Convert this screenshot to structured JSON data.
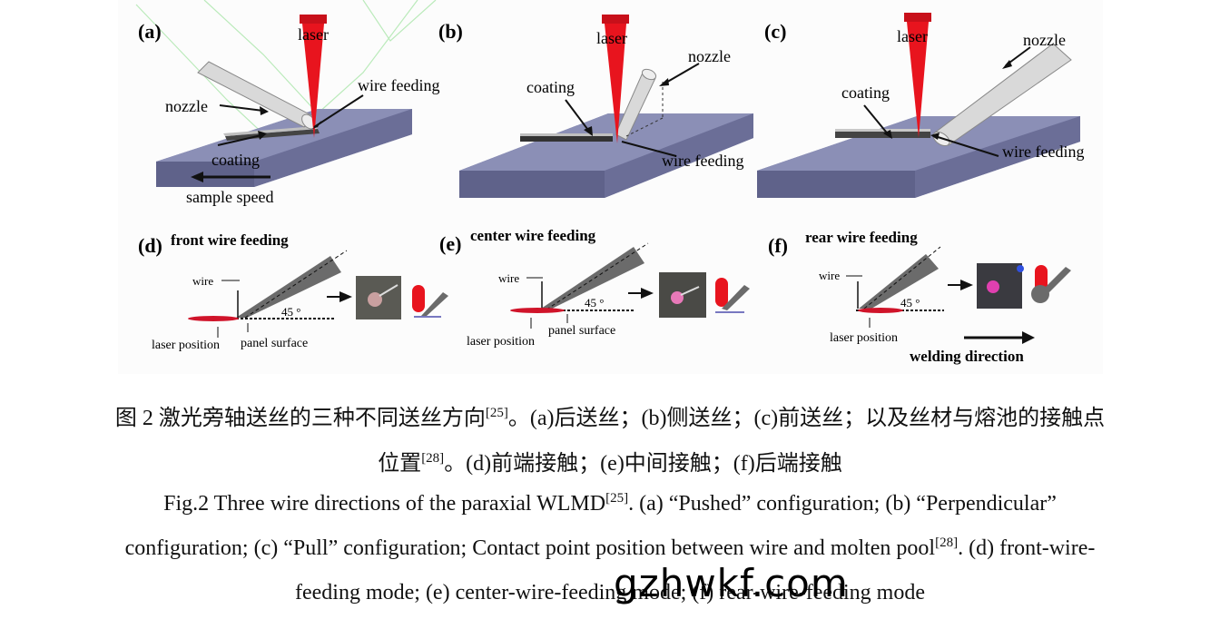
{
  "figure": {
    "panels_top": [
      {
        "tag": "(a)",
        "laser": "laser",
        "nozzle": "nozzle",
        "wire": "wire feeding",
        "coating": "coating",
        "speed": "sample speed"
      },
      {
        "tag": "(b)",
        "laser": "laser",
        "nozzle": "nozzle",
        "wire": "wire feeding",
        "coating": "coating"
      },
      {
        "tag": "(c)",
        "laser": "laser",
        "nozzle": "nozzle",
        "wire": "wire feeding",
        "coating": "coating"
      }
    ],
    "panels_bottom": [
      {
        "tag": "(d)",
        "title": "front wire feeding",
        "wire": "wire",
        "angle": "45 °",
        "laser_pos": "laser position",
        "surface": "panel surface"
      },
      {
        "tag": "(e)",
        "title": "center wire feeding",
        "wire": "wire",
        "angle": "45 °",
        "laser_pos": "laser position",
        "surface": "panel surface"
      },
      {
        "tag": "(f)",
        "title": "rear wire feeding",
        "wire": "wire",
        "angle": "45 °",
        "laser_pos": "laser position",
        "direction": "welding direction"
      }
    ],
    "colors": {
      "plate": "#7b7fa8",
      "plate_dark": "#5f628a",
      "laser": "#e8141e",
      "wire": "#6b6b6b",
      "nozzle": "#d9d9d9"
    }
  },
  "caption": {
    "zh_line1_a": "图 2 激光旁轴送丝的三种不同送丝方向",
    "zh_ref1": "[25]",
    "zh_line1_b": "。(a)后送丝；(b)侧送丝；(c)前送丝；以及丝材与熔池的接触点",
    "zh_line2_a": "位置",
    "zh_ref2": "[28]",
    "zh_line2_b": "。(d)前端接触；(e)中间接触；(f)后端接触",
    "en_line1_a": "Fig.2 Three wire directions of the paraxial WLMD",
    "en_ref1": "[25]",
    "en_line1_b": ". (a) “Pushed” configuration; (b) “Perpendicular”",
    "en_line2_a": "configuration; (c) “Pull” configuration; Contact point position between wire and molten pool",
    "en_ref2": "[28]",
    "en_line2_b": ". (d) front-wire-",
    "en_line3": "feeding mode; (e) center-wire-feeding mode; (f) rear-wire-feeding mode"
  },
  "watermark": "gzhwkf.com"
}
